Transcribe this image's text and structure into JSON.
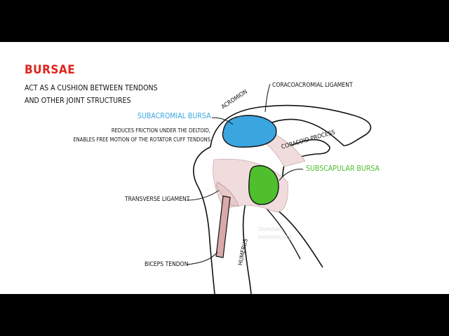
{
  "title": "BURSAE",
  "subtitle_line1": "ACT AS A CUSHION BETWEEN TENDONS",
  "subtitle_line2": "AND OTHER JOINT STRUCTURES",
  "labels": {
    "subacromial_bursa": "SUBACROMIAL BURSA",
    "subacromial_desc_line1": "REDUCES FRICTION UNDER THE DELTOID,",
    "subacromial_desc_line2": "ENABLES FREE MOTION OF THE ROTATOR CUFF TENDONS",
    "coracoacromial_ligament": "CORACOACROMIAL LIGAMENT",
    "acromion": "ACROMION",
    "coracoid_process": "CORACOID PROCESS",
    "subscapular_bursa": "SUBSCAPULAR BURSA",
    "transverse_ligament": "TRANSVERSE LIGAMENT",
    "humerus": "HUMERUS",
    "biceps_tendon": "BICEPS TENDON"
  },
  "watermark_line1": "Osmosis",
  "watermark_line2": "osmosis.org",
  "colors": {
    "title": "#e0231c",
    "subacromial": "#3aa5df",
    "subscapular": "#4fbf2e",
    "ligament": "#f0dcdc",
    "tendon": "#c98a8a"
  }
}
